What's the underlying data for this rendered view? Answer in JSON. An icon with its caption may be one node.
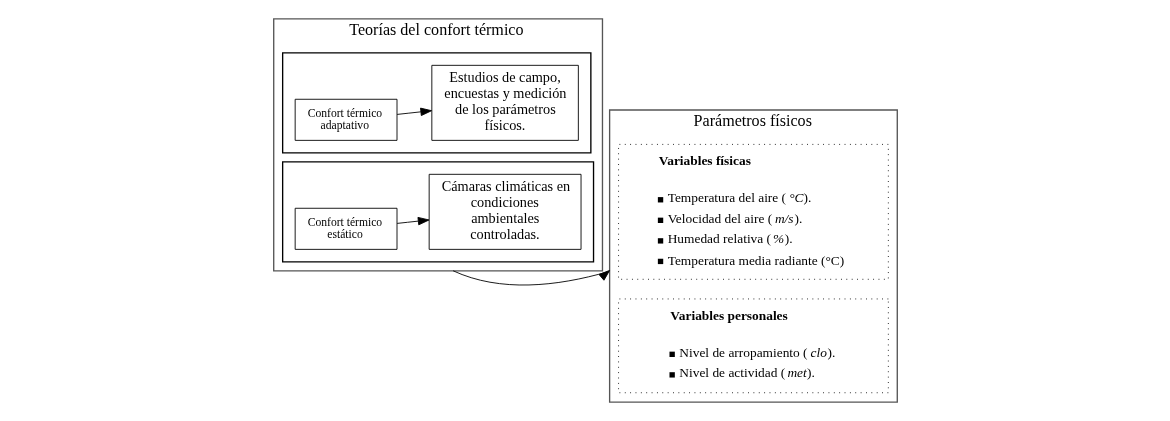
{
  "diagram": {
    "nodes": [
      {
        "text": [
          "Teorías del confort térmico"
        ]
      },
      {
        "text": [],
        "shape": "box",
        "in": 0
      },
      {
        "text": [
          "Confort térmico adaptativo"
        ],
        "in": 1
      },
      {
        "text": [
          "Estudios de campo, encuestas y medición de los parámetros físicos."
        ],
        "in": 1
      },
      {
        "text": [],
        "shape": "box",
        "in": 0
      },
      {
        "text": [
          "Confort térmico estático"
        ],
        "in": 4
      },
      {
        "text": [
          "Cámaras climáticas en condiciones ambientales controladas."
        ],
        "in": 4
      },
      {
        "text": [
          "Parámetros físicos"
        ]
      },
      {
        "text": [
          "Variables físicas",
          "Temperatura del aire (*°C*).",
          "Velocidad del aire (*m/s*).",
          "Humedad relativa (*%*).",
          "Temperatura media radiante (°C)"
        ],
        "in": 7
      },
      {
        "text": [
          "Variables personales",
          "Nivel de arropamiento (*clo*).",
          "Nivel de actividad (*met*)."
        ],
        "in": 7
      }
    ],
    "edges": [
      {
        "from": 2,
        "to": 3,
        "arrow": "to"
      },
      {
        "from": 5,
        "to": 6,
        "arrow": "to"
      },
      {
        "from": 0,
        "to": 7,
        "arrow": "to"
      }
    ]
  }
}
